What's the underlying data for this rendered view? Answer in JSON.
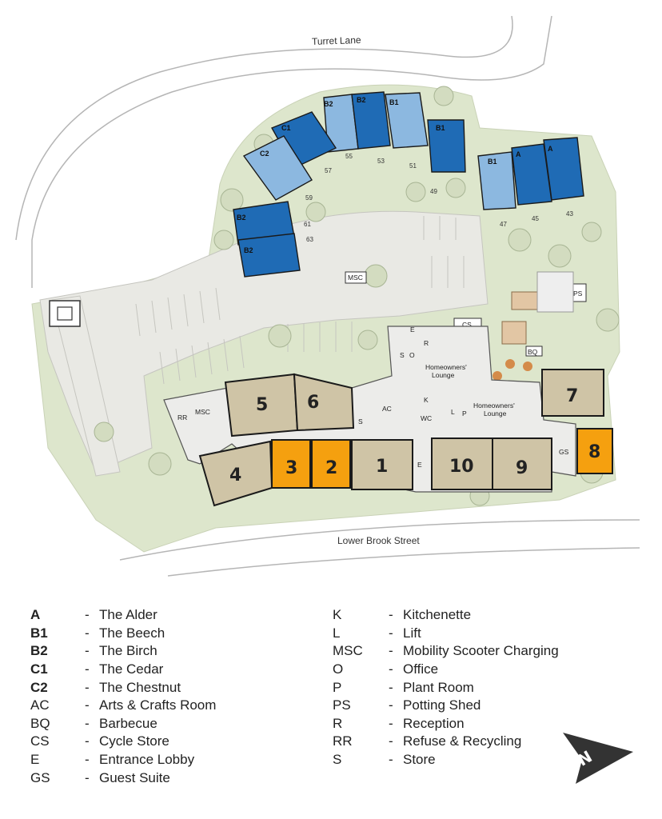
{
  "roads": {
    "top": "Turret Lane",
    "bottom": "Lower Brook Street"
  },
  "apartments_north": [
    {
      "id": "b2-a",
      "label": "B2"
    },
    {
      "id": "b2-b",
      "label": "B2"
    },
    {
      "id": "b1-a",
      "label": "B1"
    },
    {
      "id": "b1-b",
      "label": "B1"
    },
    {
      "id": "c1",
      "label": "C1"
    },
    {
      "id": "c2",
      "label": "C2"
    },
    {
      "id": "b2-c",
      "label": "B2"
    },
    {
      "id": "b2-d",
      "label": "B2"
    },
    {
      "id": "b1-c",
      "label": "B1"
    },
    {
      "id": "a-a",
      "label": "A"
    },
    {
      "id": "a-b",
      "label": "A"
    }
  ],
  "house_numbers": [
    "55",
    "53",
    "51",
    "49",
    "57",
    "59",
    "61",
    "63",
    "47",
    "45",
    "43"
  ],
  "units": [
    "1",
    "2",
    "3",
    "4",
    "5",
    "6",
    "7",
    "8",
    "9",
    "10"
  ],
  "rooms": {
    "msc": "MSC",
    "cs": "CS",
    "bq": "BQ",
    "ps": "PS",
    "e_top": "E",
    "r": "R",
    "s_top": "S",
    "o": "O",
    "lounge1": "Homeowners'",
    "lounge1b": "Lounge",
    "lounge2": "Homeowners'",
    "lounge2b": "Lounge",
    "k": "K",
    "ac": "AC",
    "wc": "WC",
    "l": "L",
    "p": "P",
    "s_ac": "S",
    "rr": "RR",
    "msc2": "MSC",
    "gs": "GS",
    "e_bottom": "E"
  },
  "legend_left": [
    {
      "code": "A",
      "bold": true,
      "desc": "The Alder"
    },
    {
      "code": "B1",
      "bold": true,
      "desc": "The Beech"
    },
    {
      "code": "B2",
      "bold": true,
      "desc": "The Birch"
    },
    {
      "code": "C1",
      "bold": true,
      "desc": "The Cedar"
    },
    {
      "code": "C2",
      "bold": true,
      "desc": "The Chestnut"
    },
    {
      "code": "AC",
      "bold": false,
      "desc": "Arts & Crafts Room"
    },
    {
      "code": "BQ",
      "bold": false,
      "desc": "Barbecue"
    },
    {
      "code": "CS",
      "bold": false,
      "desc": "Cycle Store"
    },
    {
      "code": "E",
      "bold": false,
      "desc": "Entrance Lobby"
    },
    {
      "code": "GS",
      "bold": false,
      "desc": "Guest Suite"
    }
  ],
  "legend_right": [
    {
      "code": "K",
      "bold": false,
      "desc": "Kitchenette"
    },
    {
      "code": "L",
      "bold": false,
      "desc": "Lift"
    },
    {
      "code": "MSC",
      "bold": false,
      "desc": "Mobility Scooter Charging"
    },
    {
      "code": "O",
      "bold": false,
      "desc": "Office"
    },
    {
      "code": "P",
      "bold": false,
      "desc": "Plant Room"
    },
    {
      "code": "PS",
      "bold": false,
      "desc": "Potting Shed"
    },
    {
      "code": "R",
      "bold": false,
      "desc": "Reception"
    },
    {
      "code": "RR",
      "bold": false,
      "desc": "Refuse & Recycling"
    },
    {
      "code": "S",
      "bold": false,
      "desc": "Store"
    }
  ],
  "legend_dash": "-",
  "compass_letter": "N",
  "colors": {
    "grass": "#dde6cc",
    "paving": "#e9e9e4",
    "blue_dark": "#1f6bb5",
    "blue_light": "#8cb8e0",
    "unit_tan": "#cfc4a6",
    "unit_orange": "#f5a00f",
    "interior": "#ececea",
    "road_line": "#b5b5b5"
  }
}
